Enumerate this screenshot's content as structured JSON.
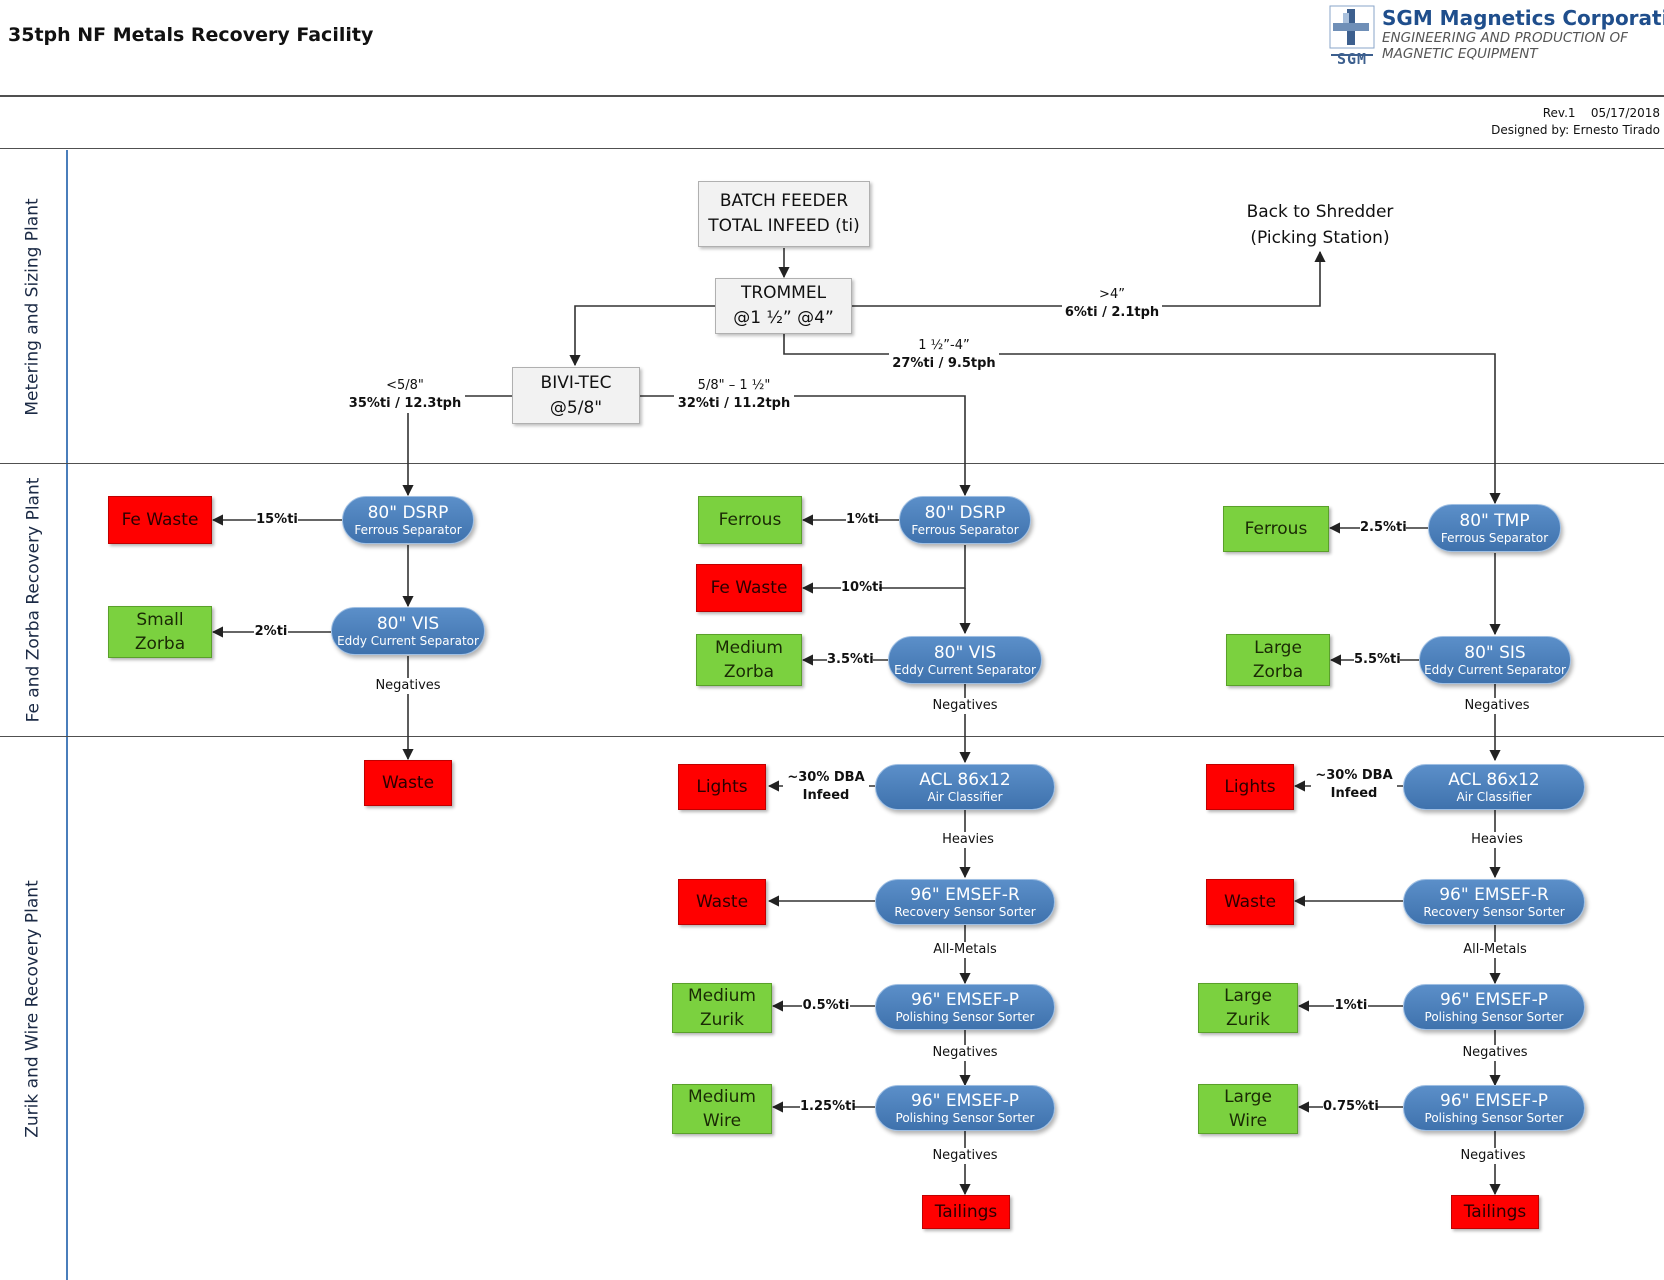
{
  "header": {
    "title": "35tph NF Metals Recovery Facility",
    "company_name": "SGM Magnetics Corporation",
    "company_tagline_1": "ENGINEERING AND PRODUCTION OF",
    "company_tagline_2": "MAGNETIC EQUIPMENT",
    "logo_letters": "SGM",
    "revision": "Rev.1",
    "date": "05/17/2018",
    "designed_by": "Designed by: Ernesto Tirado"
  },
  "lanes": {
    "metering": "Metering and Sizing Plant",
    "fe_zorba": "Fe and Zorba Recovery Plant",
    "zurik_wire": "Zurik and Wire Recovery Plant"
  },
  "nodes": {
    "batch_feeder": {
      "line1": "BATCH FEEDER",
      "line2": "TOTAL INFEED (ti)"
    },
    "trommel": {
      "line1": "TROMMEL",
      "line2": "@1 ½” @4”"
    },
    "bivitec": {
      "line1": "BIVI-TEC",
      "line2": "@5/8\""
    },
    "back_to_shredder": {
      "line1": "Back to Shredder",
      "line2": "(Picking Station)"
    },
    "dsrp_left": {
      "main": "80\" DSRP",
      "sub": "Ferrous Separator"
    },
    "vis_left": {
      "main": "80\" VIS",
      "sub": "Eddy Current Separator"
    },
    "dsrp_mid": {
      "main": "80\" DSRP",
      "sub": "Ferrous Separator"
    },
    "vis_mid": {
      "main": "80\" VIS",
      "sub": "Eddy Current Separator"
    },
    "tmp_right": {
      "main": "80\" TMP",
      "sub": "Ferrous Separator"
    },
    "sis_right": {
      "main": "80\" SIS",
      "sub": "Eddy Current Separator"
    },
    "acl_mid": {
      "main": "ACL 86x12",
      "sub": "Air Classifier"
    },
    "emsef_r_mid": {
      "main": "96\" EMSEF-R",
      "sub": "Recovery Sensor Sorter"
    },
    "emsef_p1_mid": {
      "main": "96\" EMSEF-P",
      "sub": "Polishing Sensor Sorter"
    },
    "emsef_p2_mid": {
      "main": "96\" EMSEF-P",
      "sub": "Polishing Sensor Sorter"
    },
    "acl_right": {
      "main": "ACL 86x12",
      "sub": "Air Classifier"
    },
    "emsef_r_right": {
      "main": "96\" EMSEF-R",
      "sub": "Recovery Sensor Sorter"
    },
    "emsef_p1_right": {
      "main": "96\" EMSEF-P",
      "sub": "Polishing Sensor Sorter"
    },
    "emsef_p2_right": {
      "main": "96\" EMSEF-P",
      "sub": "Polishing Sensor Sorter"
    }
  },
  "outputs": {
    "fe_waste_left": "Fe Waste",
    "small_zorba": "Small\nZorba",
    "waste_left": "Waste",
    "ferrous_mid": "Ferrous",
    "fe_waste_mid": "Fe Waste",
    "medium_zorba": "Medium\nZorba",
    "lights_mid": "Lights",
    "waste_mid": "Waste",
    "medium_zurik": "Medium\nZurik",
    "medium_wire": "Medium\nWire",
    "tailings_mid": "Tailings",
    "ferrous_right": "Ferrous",
    "large_zorba": "Large\nZorba",
    "lights_right": "Lights",
    "waste_right": "Waste",
    "large_zurik": "Large\nZurik",
    "large_wire": "Large\nWire",
    "tailings_right": "Tailings"
  },
  "flows": {
    "oversize_top": ">4”",
    "oversize_bot": "6%ti / 2.1tph",
    "mid_large_top": "1 ½”-4”",
    "mid_large_bot": "27%ti / 9.5tph",
    "fines_top": "<5/8\"",
    "fines_bot": "35%ti / 12.3tph",
    "medium_top": "5/8\" – 1 ½\"",
    "medium_bot": "32%ti / 11.2tph",
    "pct_fe_waste_left": "15%ti",
    "pct_small_zorba": "2%ti",
    "neg_left": "Negatives",
    "pct_ferrous_mid": "1%ti",
    "pct_fe_waste_mid": "10%ti",
    "pct_medium_zorba": "3.5%ti",
    "neg_mid_1": "Negatives",
    "dba_mid": "~30% DBA\nInfeed",
    "heavies_mid": "Heavies",
    "allmetals_mid": "All-Metals",
    "pct_medium_zurik": "0.5%ti",
    "neg_mid_2": "Negatives",
    "pct_medium_wire": "1.25%ti",
    "neg_mid_3": "Negatives",
    "pct_ferrous_right": "2.5%ti",
    "pct_large_zorba": "5.5%ti",
    "neg_right_1": "Negatives",
    "dba_right": "~30% DBA\nInfeed",
    "heavies_right": "Heavies",
    "allmetals_right": "All-Metals",
    "pct_large_zurik": "1%ti",
    "neg_right_2": "Negatives",
    "pct_large_wire": "0.75%ti",
    "neg_right_3": "Negatives"
  },
  "colors": {
    "process_blue": "#4a7ebb",
    "product_green": "#7bd13f",
    "waste_red": "#ff0000",
    "brand_blue": "#1f4e8c"
  }
}
